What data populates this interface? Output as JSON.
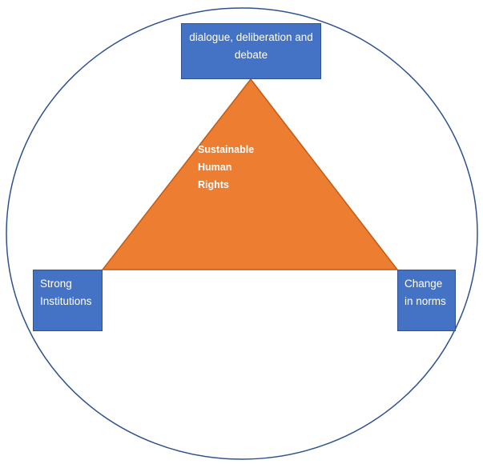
{
  "nodes": {
    "top": {
      "lines": [
        "dialogue, deliberation and",
        "debate"
      ]
    },
    "left": {
      "lines": [
        "Strong",
        "Institutions"
      ]
    },
    "right": {
      "lines": [
        "Change",
        "in norms"
      ]
    },
    "center": {
      "lines": [
        "Sustainable",
        "Human",
        "Rights"
      ]
    }
  },
  "colors": {
    "box_fill": "#4472c4",
    "box_border": "#2f528f",
    "triangle_fill": "#ed7d31",
    "triangle_border": "#c55a11",
    "circle_stroke": "#2f528f",
    "text": "#ffffff"
  }
}
